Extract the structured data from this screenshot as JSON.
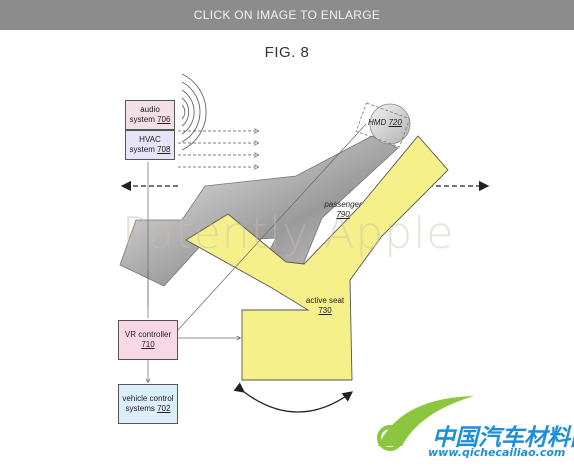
{
  "header": {
    "enlarge_text": "CLICK ON IMAGE TO ENLARGE"
  },
  "figure": {
    "title": "FIG. 8"
  },
  "boxes": {
    "audio": {
      "name": "audio",
      "line2": "system",
      "ref": "706"
    },
    "hvac": {
      "name": "HVAC",
      "line2": "system",
      "ref": "708"
    },
    "vr": {
      "name": "VR controller",
      "ref": "710"
    },
    "vehicle": {
      "name": "vehicle control",
      "line2": "systems",
      "ref": "702"
    }
  },
  "labels": {
    "hmd": {
      "name": "HMD",
      "ref": "720"
    },
    "passenger": {
      "name": "passenger",
      "ref": "790"
    },
    "seat": {
      "name": "active seat",
      "ref": "730"
    }
  },
  "watermark": "Patently Apple",
  "logo": {
    "text": "中国汽车材料网",
    "url": "www.qichecailiao.com"
  },
  "colors": {
    "seat_fill": "#f6f08a",
    "audio_fill": "#f3dfe6",
    "hvac_fill": "#e6e4f6",
    "vr_fill": "#f9d8e6",
    "vehicle_fill": "#dceef8",
    "logo_blue": "#1e8fd6",
    "logo_green": "#8cc63f"
  }
}
